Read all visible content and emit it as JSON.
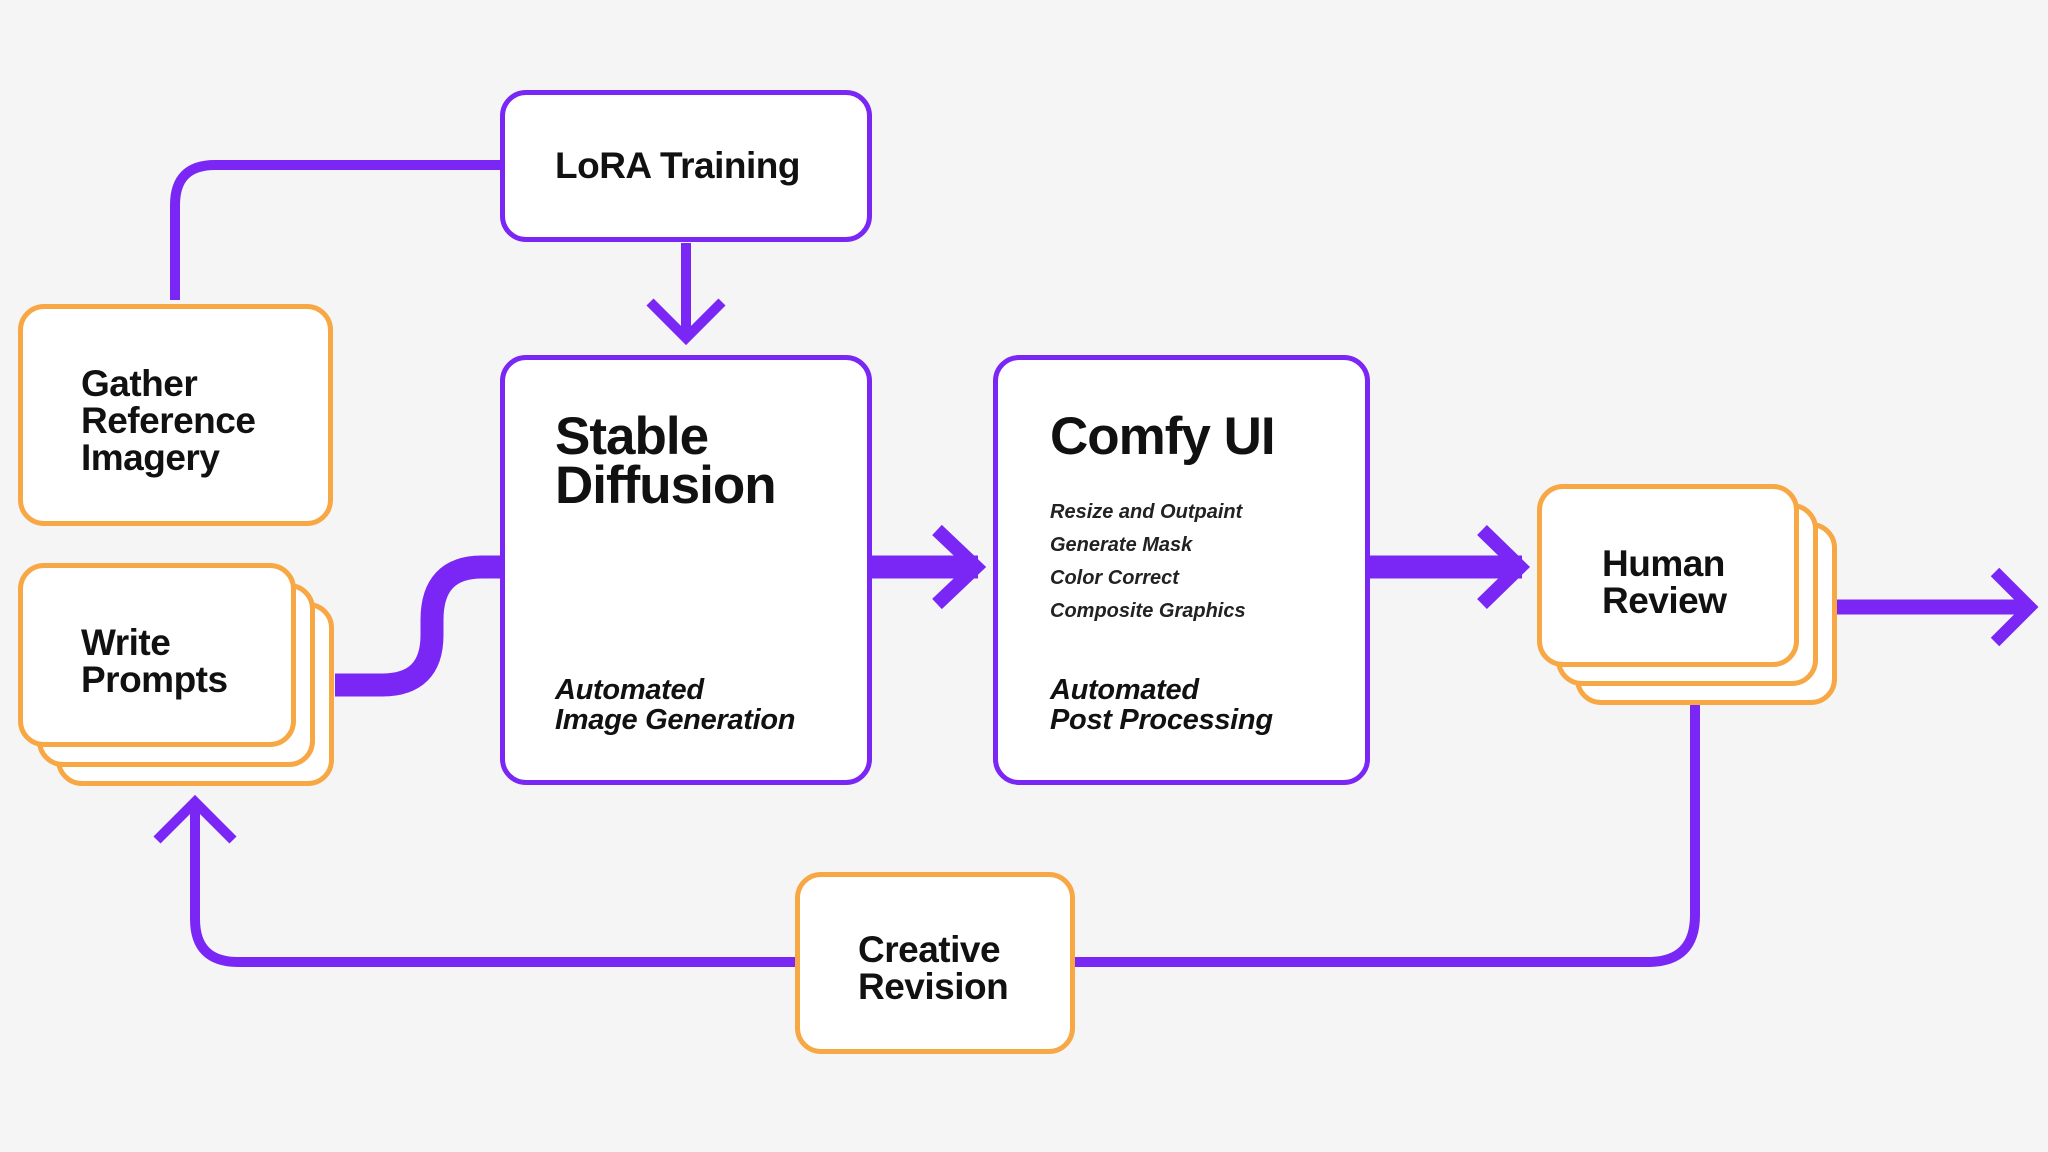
{
  "colors": {
    "background": "#f5f5f5",
    "process_box_border": "#7a26f5",
    "human_box_border": "#f7a845",
    "connector": "#7a26f5"
  },
  "nodes": {
    "lora_training": {
      "label": "LoRA Training"
    },
    "gather_reference": {
      "line1": "Gather",
      "line2": "Reference",
      "line3": "Imagery"
    },
    "write_prompts": {
      "line1": "Write",
      "line2": "Prompts"
    },
    "stable_diffusion": {
      "line1": "Stable",
      "line2": "Diffusion",
      "caption_line1": "Automated",
      "caption_line2": "Image Generation"
    },
    "comfy_ui": {
      "title": "Comfy UI",
      "steps": [
        "Resize and Outpaint",
        "Generate Mask",
        "Color Correct",
        "Composite Graphics"
      ],
      "caption_line1": "Automated",
      "caption_line2": "Post Processing"
    },
    "human_review": {
      "line1": "Human",
      "line2": "Review"
    },
    "creative_revision": {
      "line1": "Creative",
      "line2": "Revision"
    }
  },
  "edges": [
    {
      "from": "Gather Reference Imagery",
      "to": "LoRA Training"
    },
    {
      "from": "LoRA Training",
      "to": "Stable Diffusion"
    },
    {
      "from": "Write Prompts",
      "to": "Stable Diffusion"
    },
    {
      "from": "Stable Diffusion",
      "to": "Comfy UI"
    },
    {
      "from": "Comfy UI",
      "to": "Human Review"
    },
    {
      "from": "Human Review",
      "to": "output"
    },
    {
      "from": "Human Review",
      "to": "Creative Revision"
    },
    {
      "from": "Creative Revision",
      "to": "Write Prompts"
    }
  ]
}
